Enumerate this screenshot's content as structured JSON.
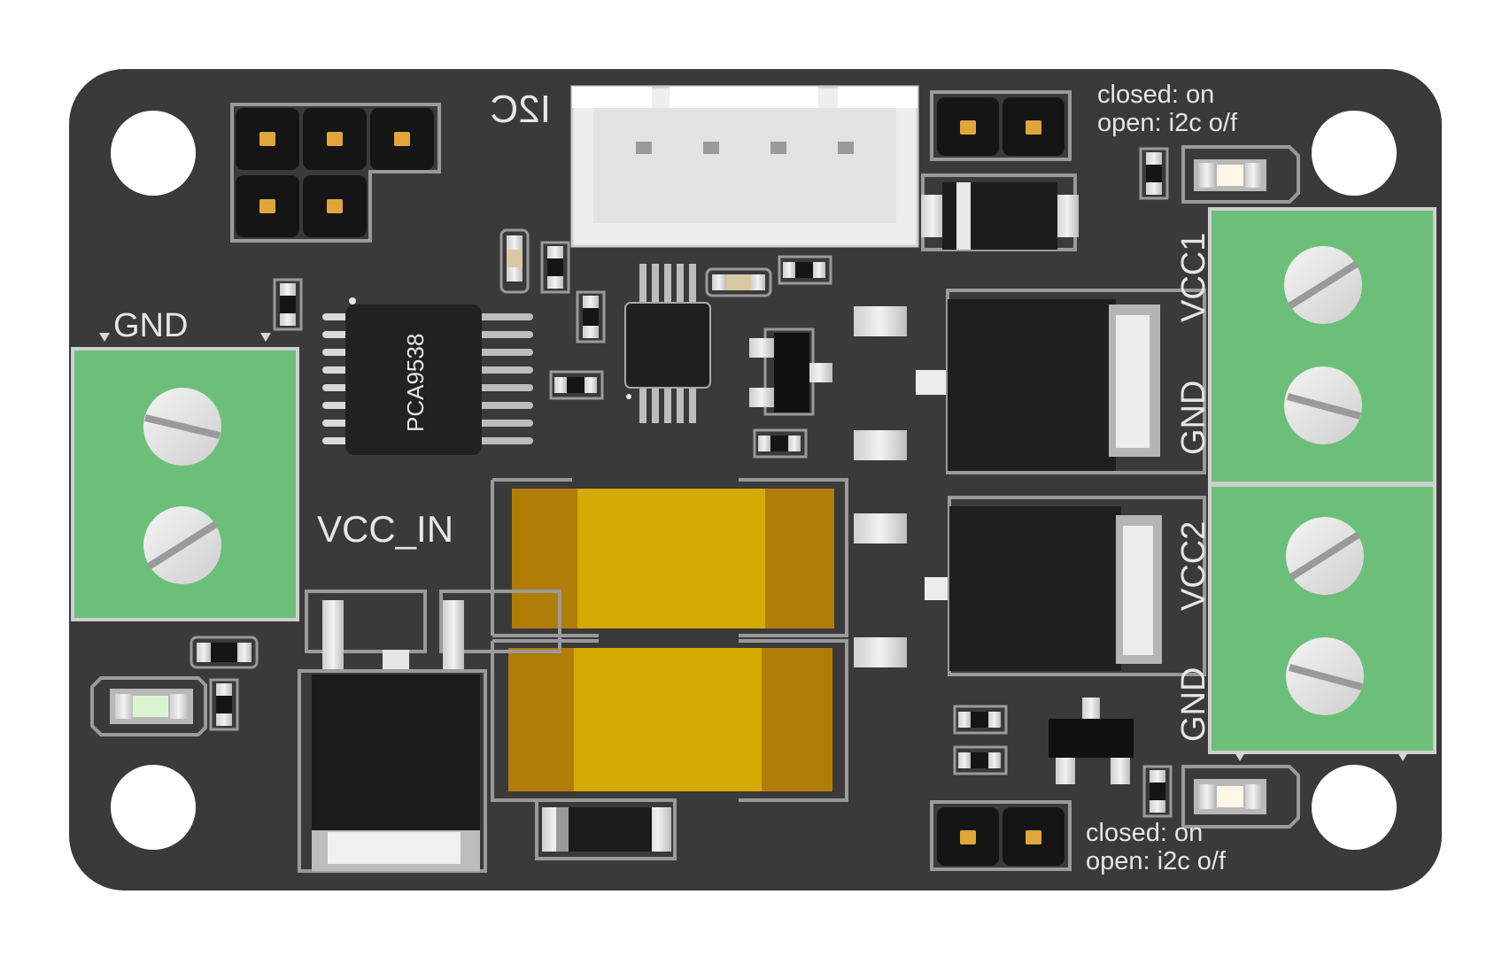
{
  "board": {
    "pcb_color": "#3a3a3a",
    "silkscreen_color": "#e6e6e6",
    "terminal_color": "#6cbf78",
    "header_pad_color": "#e0a63a",
    "capacitor_color": "#d4aa00"
  },
  "labels": {
    "i2c": "I2C",
    "gnd_left": "GND",
    "vcc_in": "VCC_IN",
    "vcc1": "VCC1",
    "gnd_vcc1": "GND",
    "vcc2": "VCC2",
    "gnd_vcc2": "GND",
    "ic_name": "PCA9538",
    "jumper_top_line1": "closed: on",
    "jumper_top_line2": "open: i2c o/f",
    "jumper_bottom_line1": "closed: on",
    "jumper_bottom_line2": "open: i2c o/f"
  }
}
